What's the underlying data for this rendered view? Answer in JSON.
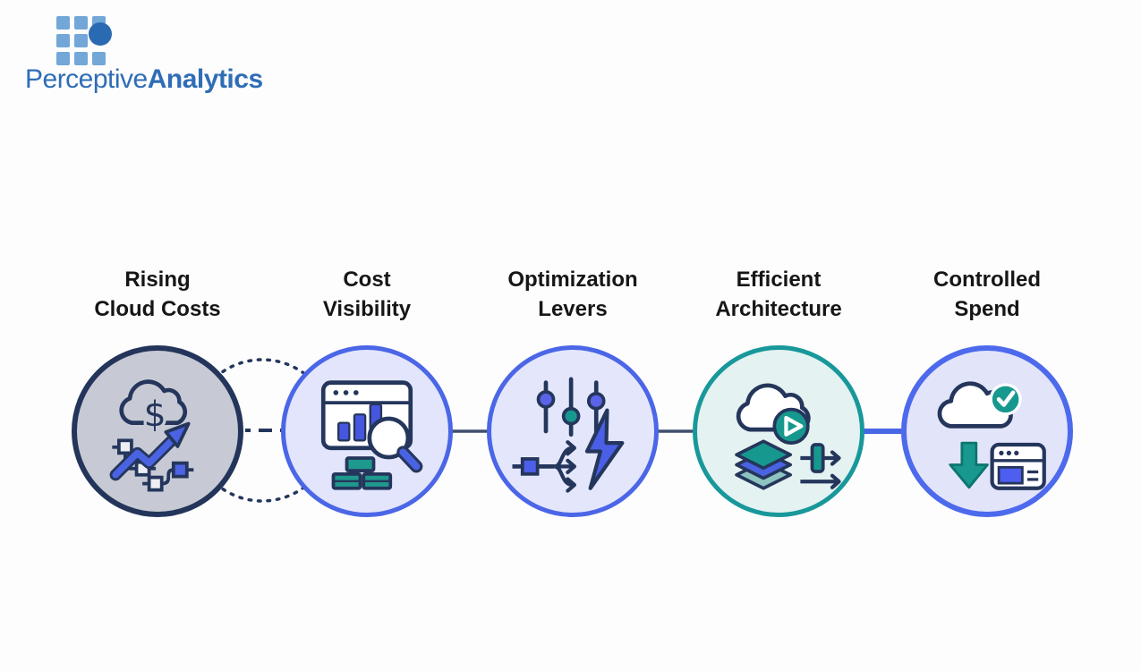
{
  "logo": {
    "brand_regular": "Perceptive",
    "brand_bold": "Analytics",
    "text_color": "#2f6db6",
    "grid_square_color": "#73a7d8",
    "grid_dot_color": "#2a6ab2"
  },
  "colors": {
    "icon_outline_navy": "#25365c",
    "icon_blue": "#4a63e2",
    "icon_teal": "#17988f",
    "icon_pale_teal": "#8ec4c0",
    "connector_default": "#3e4f6d",
    "connector_highlight": "#4767e4",
    "connector_dashed": "#25365c",
    "label_text": "#161616"
  },
  "diagram": {
    "steps": [
      {
        "id": "rising-cloud-costs",
        "label_line1": "Rising",
        "label_line2": "Cloud Costs",
        "icon": "cloud-dollar-rising-arrow-icon",
        "icon_glyph": "$",
        "circle_style": "background:#c7cad4;border:6px solid #24355b"
      },
      {
        "id": "cost-visibility",
        "label_line1": "Cost",
        "label_line2": "Visibility",
        "icon": "analytics-window-magnifier-icon",
        "circle_style": "background:#e2e5fb;border:5px solid #4b66e6"
      },
      {
        "id": "optimization-levers",
        "label_line1": "Optimization",
        "label_line2": "Levers",
        "icon": "sliders-fanout-lightning-icon",
        "circle_style": "background:#e4e7fc;border:5px solid #4b66e6"
      },
      {
        "id": "efficient-architecture",
        "label_line1": "Efficient",
        "label_line2": "Architecture",
        "icon": "cloud-play-layers-throughput-icon",
        "circle_style": "background:#e4f2f1;border:5px solid #18989a"
      },
      {
        "id": "controlled-spend",
        "label_line1": "Controlled",
        "label_line2": "Spend",
        "icon": "cloud-check-download-window-icon",
        "circle_style": "background:#e2e4fa;border:6px solid #4d6aec"
      }
    ]
  }
}
